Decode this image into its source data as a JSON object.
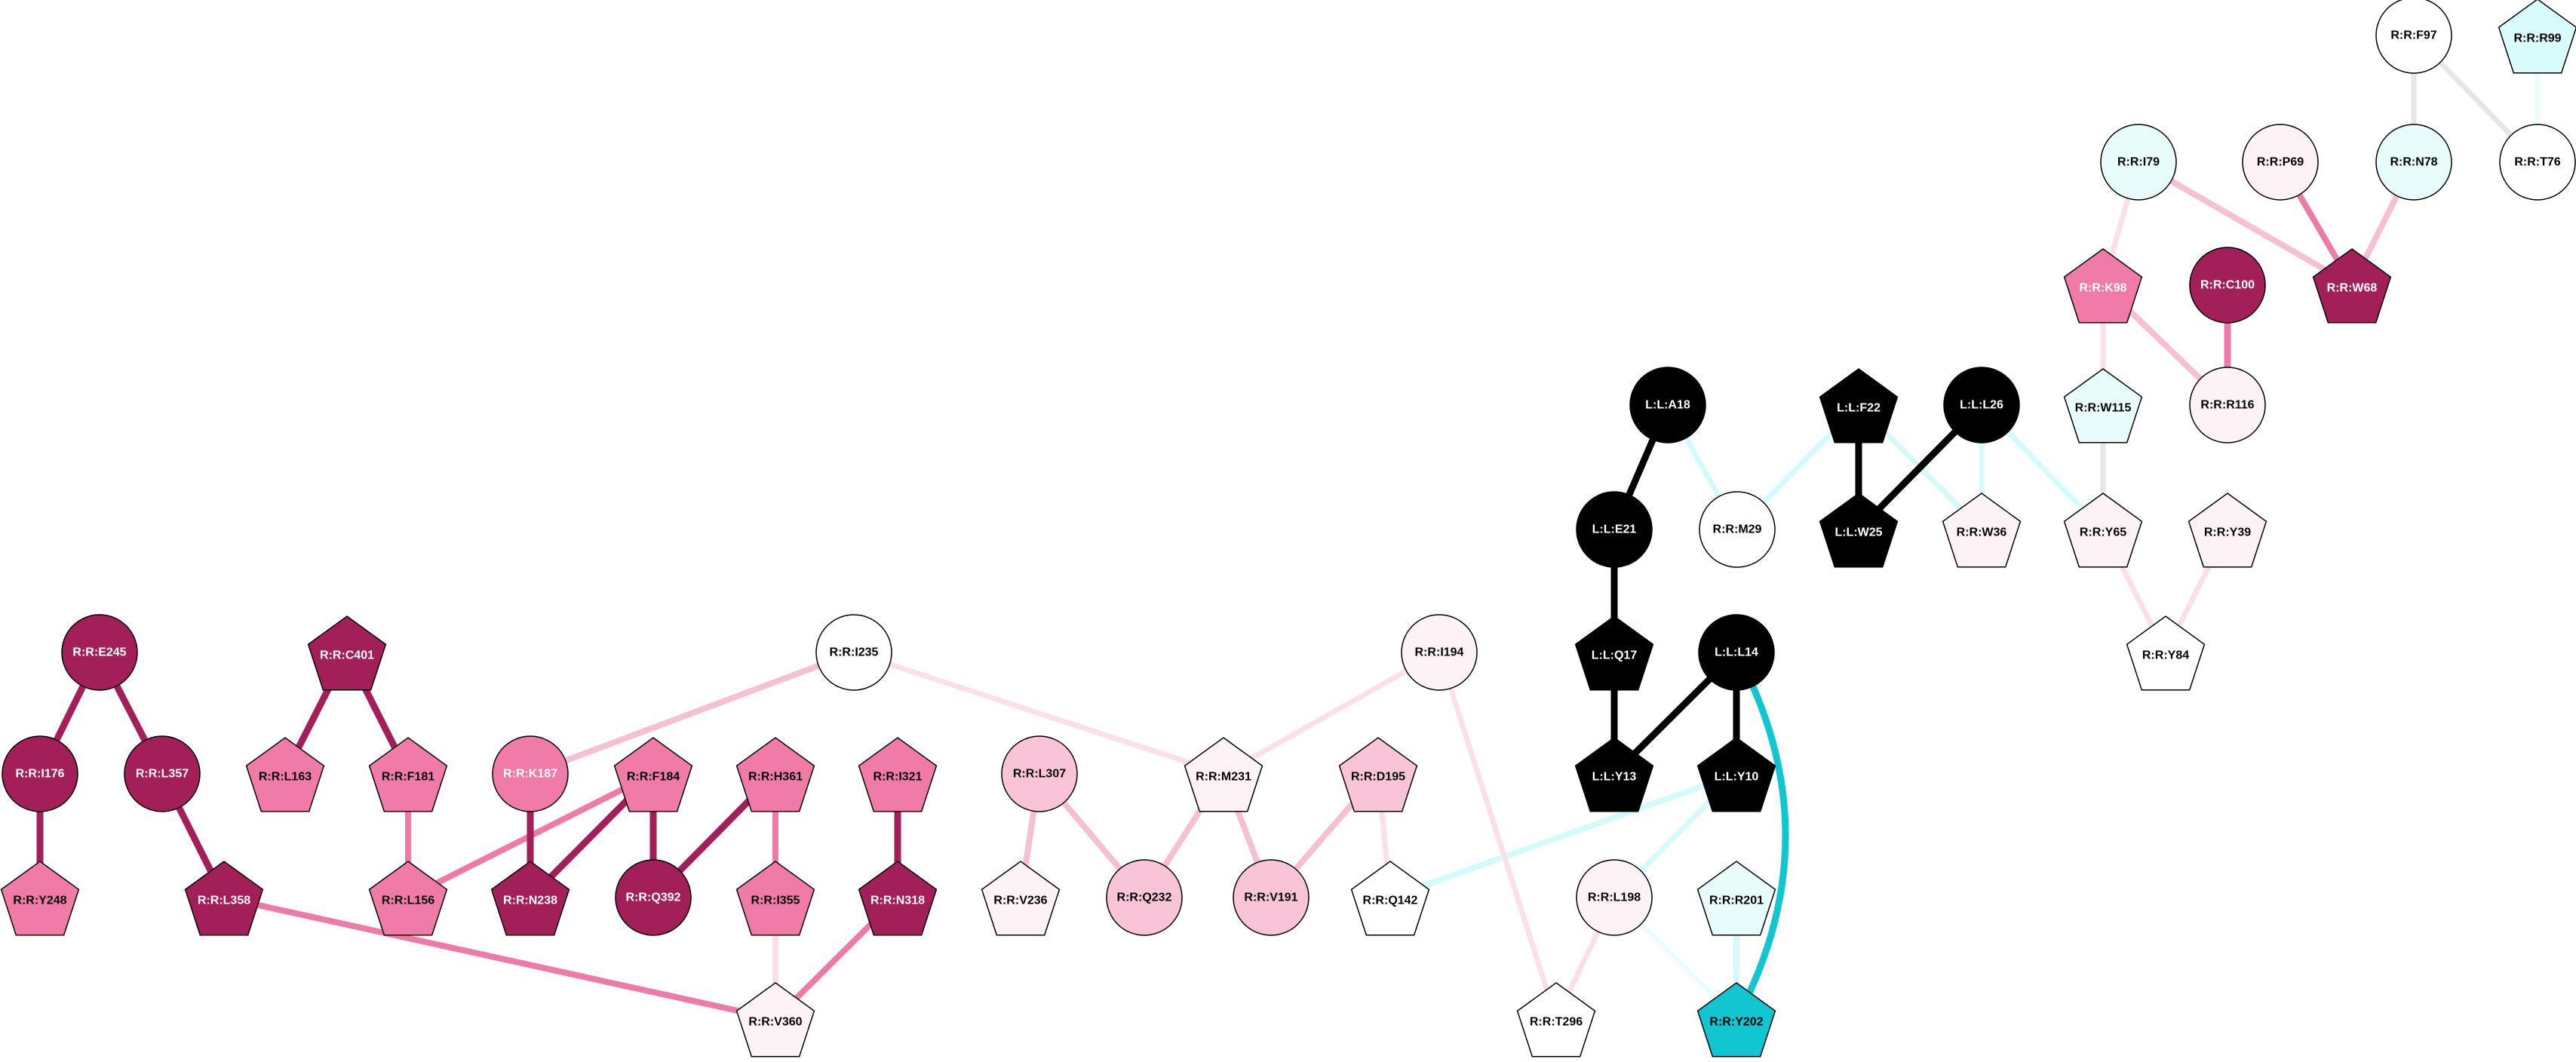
{
  "colors": {
    "black": "#000000",
    "dark_magenta": "#a31f5a",
    "magenta": "#f07aa8",
    "pink": "#f9c4d8",
    "light_pink": "#fbe4ee",
    "pale_pink": "#fdf2f6",
    "white": "#ffffff",
    "light_cyan": "#e8fcfc",
    "cyan_fill": "#d8fbfb",
    "cyan": "#12c6d1",
    "edge_black": "#000000",
    "edge_dark_magenta": "#a31f5a",
    "edge_magenta": "#ee7aa8",
    "edge_pink": "#f6c0d4",
    "edge_light_pink": "#fbe0ea",
    "edge_light_cyan": "#d5fafc",
    "edge_pale_cyan": "#eafdfd",
    "edge_gray": "#e6e6e6",
    "edge_cyan": "#12c6d1"
  },
  "nodes": [
    {
      "id": "R:R:F97",
      "label": "R:R:F97",
      "shape": "circle",
      "fill": "white",
      "text": "dark"
    },
    {
      "id": "R:R:R99",
      "label": "R:R:R99",
      "shape": "pentagon",
      "fill": "cyan_fill",
      "text": "dark"
    },
    {
      "id": "R:R:I79",
      "label": "R:R:I79",
      "shape": "circle",
      "fill": "light_cyan",
      "text": "dark"
    },
    {
      "id": "R:R:P69",
      "label": "R:R:P69",
      "shape": "circle",
      "fill": "pale_pink",
      "text": "dark"
    },
    {
      "id": "R:R:N78",
      "label": "R:R:N78",
      "shape": "circle",
      "fill": "light_cyan",
      "text": "dark"
    },
    {
      "id": "R:R:T76",
      "label": "R:R:T76",
      "shape": "circle",
      "fill": "white",
      "text": "dark"
    },
    {
      "id": "R:R:K98",
      "label": "R:R:K98",
      "shape": "pentagon",
      "fill": "magenta",
      "text": "light"
    },
    {
      "id": "R:R:C100",
      "label": "R:R:C100",
      "shape": "circle",
      "fill": "dark_magenta",
      "text": "light"
    },
    {
      "id": "R:R:W68",
      "label": "R:R:W68",
      "shape": "pentagon",
      "fill": "dark_magenta",
      "text": "light"
    },
    {
      "id": "L:L:A18",
      "label": "L:L:A18",
      "shape": "circle",
      "fill": "black",
      "text": "light"
    },
    {
      "id": "L:L:F22",
      "label": "L:L:F22",
      "shape": "pentagon",
      "fill": "black",
      "text": "light"
    },
    {
      "id": "L:L:L26",
      "label": "L:L:L26",
      "shape": "circle",
      "fill": "black",
      "text": "light"
    },
    {
      "id": "R:R:W115",
      "label": "R:R:W115",
      "shape": "pentagon",
      "fill": "light_cyan",
      "text": "dark"
    },
    {
      "id": "R:R:R116",
      "label": "R:R:R116",
      "shape": "circle",
      "fill": "pale_pink",
      "text": "dark"
    },
    {
      "id": "L:L:E21",
      "label": "L:L:E21",
      "shape": "circle",
      "fill": "black",
      "text": "light"
    },
    {
      "id": "R:R:M29",
      "label": "R:R:M29",
      "shape": "circle",
      "fill": "white",
      "text": "dark"
    },
    {
      "id": "L:L:W25",
      "label": "L:L:W25",
      "shape": "pentagon",
      "fill": "black",
      "text": "light"
    },
    {
      "id": "R:R:W36",
      "label": "R:R:W36",
      "shape": "pentagon",
      "fill": "pale_pink",
      "text": "dark"
    },
    {
      "id": "R:R:Y65",
      "label": "R:R:Y65",
      "shape": "pentagon",
      "fill": "pale_pink",
      "text": "dark"
    },
    {
      "id": "R:R:Y39",
      "label": "R:R:Y39",
      "shape": "pentagon",
      "fill": "pale_pink",
      "text": "dark"
    },
    {
      "id": "R:R:E245",
      "label": "R:R:E245",
      "shape": "circle",
      "fill": "dark_magenta",
      "text": "light"
    },
    {
      "id": "R:R:C401",
      "label": "R:R:C401",
      "shape": "pentagon",
      "fill": "dark_magenta",
      "text": "light"
    },
    {
      "id": "R:R:I235",
      "label": "R:R:I235",
      "shape": "circle",
      "fill": "white",
      "text": "dark"
    },
    {
      "id": "R:R:I194",
      "label": "R:R:I194",
      "shape": "circle",
      "fill": "pale_pink",
      "text": "dark"
    },
    {
      "id": "L:L:Q17",
      "label": "L:L:Q17",
      "shape": "pentagon",
      "fill": "black",
      "text": "light"
    },
    {
      "id": "L:L:L14",
      "label": "L:L:L14",
      "shape": "circle",
      "fill": "black",
      "text": "light"
    },
    {
      "id": "R:R:Y84",
      "label": "R:R:Y84",
      "shape": "pentagon",
      "fill": "white",
      "text": "dark"
    },
    {
      "id": "R:R:I176",
      "label": "R:R:I176",
      "shape": "circle",
      "fill": "dark_magenta",
      "text": "light"
    },
    {
      "id": "R:R:L357",
      "label": "R:R:L357",
      "shape": "circle",
      "fill": "dark_magenta",
      "text": "light"
    },
    {
      "id": "R:R:L163",
      "label": "R:R:L163",
      "shape": "pentagon",
      "fill": "magenta",
      "text": "dark"
    },
    {
      "id": "R:R:F181",
      "label": "R:R:F181",
      "shape": "pentagon",
      "fill": "magenta",
      "text": "dark"
    },
    {
      "id": "R:R:K187",
      "label": "R:R:K187",
      "shape": "circle",
      "fill": "magenta",
      "text": "light"
    },
    {
      "id": "R:R:F184",
      "label": "R:R:F184",
      "shape": "pentagon",
      "fill": "magenta",
      "text": "dark"
    },
    {
      "id": "R:R:H361",
      "label": "R:R:H361",
      "shape": "pentagon",
      "fill": "magenta",
      "text": "dark"
    },
    {
      "id": "R:R:I321",
      "label": "R:R:I321",
      "shape": "pentagon",
      "fill": "magenta",
      "text": "dark"
    },
    {
      "id": "R:R:L307",
      "label": "R:R:L307",
      "shape": "circle",
      "fill": "pink",
      "text": "dark"
    },
    {
      "id": "R:R:M231",
      "label": "R:R:M231",
      "shape": "pentagon",
      "fill": "pale_pink",
      "text": "dark"
    },
    {
      "id": "R:R:D195",
      "label": "R:R:D195",
      "shape": "pentagon",
      "fill": "pink",
      "text": "dark"
    },
    {
      "id": "L:L:Y13",
      "label": "L:L:Y13",
      "shape": "pentagon",
      "fill": "black",
      "text": "light"
    },
    {
      "id": "L:L:Y10",
      "label": "L:L:Y10",
      "shape": "pentagon",
      "fill": "black",
      "text": "light"
    },
    {
      "id": "R:R:Y248",
      "label": "R:R:Y248",
      "shape": "pentagon",
      "fill": "magenta",
      "text": "dark"
    },
    {
      "id": "R:R:L358",
      "label": "R:R:L358",
      "shape": "pentagon",
      "fill": "dark_magenta",
      "text": "light"
    },
    {
      "id": "R:R:L156",
      "label": "R:R:L156",
      "shape": "pentagon",
      "fill": "magenta",
      "text": "dark"
    },
    {
      "id": "R:R:N238",
      "label": "R:R:N238",
      "shape": "pentagon",
      "fill": "dark_magenta",
      "text": "light"
    },
    {
      "id": "R:R:Q392",
      "label": "R:R:Q392",
      "shape": "circle",
      "fill": "dark_magenta",
      "text": "light"
    },
    {
      "id": "R:R:I355",
      "label": "R:R:I355",
      "shape": "pentagon",
      "fill": "magenta",
      "text": "dark"
    },
    {
      "id": "R:R:N318",
      "label": "R:R:N318",
      "shape": "pentagon",
      "fill": "dark_magenta",
      "text": "light"
    },
    {
      "id": "R:R:V236",
      "label": "R:R:V236",
      "shape": "pentagon",
      "fill": "pale_pink",
      "text": "dark"
    },
    {
      "id": "R:R:Q232",
      "label": "R:R:Q232",
      "shape": "circle",
      "fill": "pink",
      "text": "dark"
    },
    {
      "id": "R:R:V191",
      "label": "R:R:V191",
      "shape": "circle",
      "fill": "pink",
      "text": "dark"
    },
    {
      "id": "R:R:Q142",
      "label": "R:R:Q142",
      "shape": "pentagon",
      "fill": "white",
      "text": "dark"
    },
    {
      "id": "R:R:L198",
      "label": "R:R:L198",
      "shape": "circle",
      "fill": "pale_pink",
      "text": "dark"
    },
    {
      "id": "R:R:R201",
      "label": "R:R:R201",
      "shape": "pentagon",
      "fill": "light_cyan",
      "text": "dark"
    },
    {
      "id": "R:R:V360",
      "label": "R:R:V360",
      "shape": "pentagon",
      "fill": "pale_pink",
      "text": "dark"
    },
    {
      "id": "R:R:T296",
      "label": "R:R:T296",
      "shape": "pentagon",
      "fill": "white",
      "text": "dark"
    },
    {
      "id": "R:R:Y202",
      "label": "R:R:Y202",
      "shape": "pentagon",
      "fill": "cyan",
      "text": "dark"
    }
  ],
  "edges": [
    {
      "from": "R:R:F97",
      "to": "R:R:N78",
      "color": "edge_gray",
      "weight": "light"
    },
    {
      "from": "R:R:F97",
      "to": "R:R:T76",
      "color": "edge_gray",
      "weight": "light"
    },
    {
      "from": "R:R:R99",
      "to": "R:R:T76",
      "color": "edge_pale_cyan",
      "weight": "light"
    },
    {
      "from": "R:R:I79",
      "to": "R:R:W68",
      "color": "edge_pink",
      "weight": "medium"
    },
    {
      "from": "R:R:I79",
      "to": "R:R:K98",
      "color": "edge_light_pink",
      "weight": "light"
    },
    {
      "from": "R:R:P69",
      "to": "R:R:W68",
      "color": "edge_magenta",
      "weight": "medium"
    },
    {
      "from": "R:R:N78",
      "to": "R:R:W68",
      "color": "edge_pink",
      "weight": "medium"
    },
    {
      "from": "R:R:K98",
      "to": "R:R:W115",
      "color": "edge_light_pink",
      "weight": "light"
    },
    {
      "from": "R:R:K98",
      "to": "R:R:R116",
      "color": "edge_pink",
      "weight": "medium"
    },
    {
      "from": "R:R:C100",
      "to": "R:R:R116",
      "color": "edge_magenta",
      "weight": "heavy"
    },
    {
      "from": "R:R:W115",
      "to": "R:R:Y65",
      "color": "edge_gray",
      "weight": "light"
    },
    {
      "from": "L:L:A18",
      "to": "L:L:E21",
      "color": "edge_black",
      "weight": "heavy"
    },
    {
      "from": "L:L:A18",
      "to": "R:R:M29",
      "color": "edge_light_cyan",
      "weight": "light"
    },
    {
      "from": "L:L:F22",
      "to": "L:L:W25",
      "color": "edge_black",
      "weight": "heavy"
    },
    {
      "from": "L:L:F22",
      "to": "R:R:M29",
      "color": "edge_light_cyan",
      "weight": "light"
    },
    {
      "from": "L:L:F22",
      "to": "R:R:W36",
      "color": "edge_light_cyan",
      "weight": "light"
    },
    {
      "from": "L:L:L26",
      "to": "L:L:W25",
      "color": "edge_black",
      "weight": "heavy"
    },
    {
      "from": "L:L:L26",
      "to": "R:R:W36",
      "color": "edge_light_cyan",
      "weight": "light"
    },
    {
      "from": "L:L:L26",
      "to": "R:R:Y65",
      "color": "edge_light_cyan",
      "weight": "light"
    },
    {
      "from": "R:R:Y65",
      "to": "R:R:Y84",
      "color": "edge_light_pink",
      "weight": "light"
    },
    {
      "from": "R:R:Y39",
      "to": "R:R:Y84",
      "color": "edge_light_pink",
      "weight": "light"
    },
    {
      "from": "L:L:E21",
      "to": "L:L:Q17",
      "color": "edge_black",
      "weight": "heavy"
    },
    {
      "from": "L:L:Q17",
      "to": "L:L:Y13",
      "color": "edge_black",
      "weight": "heavy"
    },
    {
      "from": "L:L:L14",
      "to": "L:L:Y13",
      "color": "edge_black",
      "weight": "heavy"
    },
    {
      "from": "L:L:L14",
      "to": "L:L:Y10",
      "color": "edge_black",
      "weight": "heavy"
    },
    {
      "from": "L:L:L14",
      "to": "R:R:Y202",
      "color": "edge_cyan",
      "weight": "heavy",
      "curve": true
    },
    {
      "from": "L:L:Y10",
      "to": "R:R:Q142",
      "color": "edge_light_cyan",
      "weight": "medium"
    },
    {
      "from": "L:L:Y10",
      "to": "R:R:L198",
      "color": "edge_light_cyan",
      "weight": "light"
    },
    {
      "from": "R:R:R201",
      "to": "R:R:Y202",
      "color": "edge_light_cyan",
      "weight": "medium"
    },
    {
      "from": "R:R:L198",
      "to": "R:R:Y202",
      "color": "edge_pale_cyan",
      "weight": "light"
    },
    {
      "from": "R:R:L198",
      "to": "R:R:T296",
      "color": "edge_light_pink",
      "weight": "light"
    },
    {
      "from": "R:R:I194",
      "to": "R:R:T296",
      "color": "edge_light_pink",
      "weight": "light"
    },
    {
      "from": "R:R:I194",
      "to": "R:R:M231",
      "color": "edge_light_pink",
      "weight": "light"
    },
    {
      "from": "R:R:I235",
      "to": "R:R:M231",
      "color": "edge_light_pink",
      "weight": "light"
    },
    {
      "from": "R:R:I235",
      "to": "R:R:K187",
      "color": "edge_pink",
      "weight": "medium"
    },
    {
      "from": "R:R:M231",
      "to": "R:R:Q232",
      "color": "edge_pink",
      "weight": "medium"
    },
    {
      "from": "R:R:M231",
      "to": "R:R:V191",
      "color": "edge_pink",
      "weight": "medium"
    },
    {
      "from": "R:R:D195",
      "to": "R:R:V191",
      "color": "edge_pink",
      "weight": "medium"
    },
    {
      "from": "R:R:D195",
      "to": "R:R:Q142",
      "color": "edge_light_pink",
      "weight": "light"
    },
    {
      "from": "R:R:L307",
      "to": "R:R:V236",
      "color": "edge_pink",
      "weight": "medium"
    },
    {
      "from": "R:R:L307",
      "to": "R:R:Q232",
      "color": "edge_pink",
      "weight": "medium"
    },
    {
      "from": "R:R:E245",
      "to": "R:R:I176",
      "color": "edge_dark_magenta",
      "weight": "heavy"
    },
    {
      "from": "R:R:E245",
      "to": "R:R:L357",
      "color": "edge_dark_magenta",
      "weight": "heavy"
    },
    {
      "from": "R:R:I176",
      "to": "R:R:Y248",
      "color": "edge_dark_magenta",
      "weight": "heavy"
    },
    {
      "from": "R:R:L357",
      "to": "R:R:L358",
      "color": "edge_dark_magenta",
      "weight": "heavy"
    },
    {
      "from": "R:R:L358",
      "to": "R:R:V360",
      "color": "edge_magenta",
      "weight": "medium"
    },
    {
      "from": "R:R:C401",
      "to": "R:R:L163",
      "color": "edge_dark_magenta",
      "weight": "heavy"
    },
    {
      "from": "R:R:C401",
      "to": "R:R:F181",
      "color": "edge_dark_magenta",
      "weight": "heavy"
    },
    {
      "from": "R:R:F181",
      "to": "R:R:L156",
      "color": "edge_magenta",
      "weight": "medium"
    },
    {
      "from": "R:R:F184",
      "to": "R:R:L156",
      "color": "edge_magenta",
      "weight": "medium"
    },
    {
      "from": "R:R:F184",
      "to": "R:R:N238",
      "color": "edge_dark_magenta",
      "weight": "heavy"
    },
    {
      "from": "R:R:F184",
      "to": "R:R:Q392",
      "color": "edge_dark_magenta",
      "weight": "heavy"
    },
    {
      "from": "R:R:K187",
      "to": "R:R:N238",
      "color": "edge_dark_magenta",
      "weight": "heavy"
    },
    {
      "from": "R:R:H361",
      "to": "R:R:Q392",
      "color": "edge_dark_magenta",
      "weight": "heavy"
    },
    {
      "from": "R:R:H361",
      "to": "R:R:I355",
      "color": "edge_magenta",
      "weight": "medium"
    },
    {
      "from": "R:R:I355",
      "to": "R:R:V360",
      "color": "edge_light_pink",
      "weight": "medium"
    },
    {
      "from": "R:R:I321",
      "to": "R:R:N318",
      "color": "edge_dark_magenta",
      "weight": "heavy"
    },
    {
      "from": "R:R:N318",
      "to": "R:R:V360",
      "color": "edge_magenta",
      "weight": "medium"
    }
  ]
}
